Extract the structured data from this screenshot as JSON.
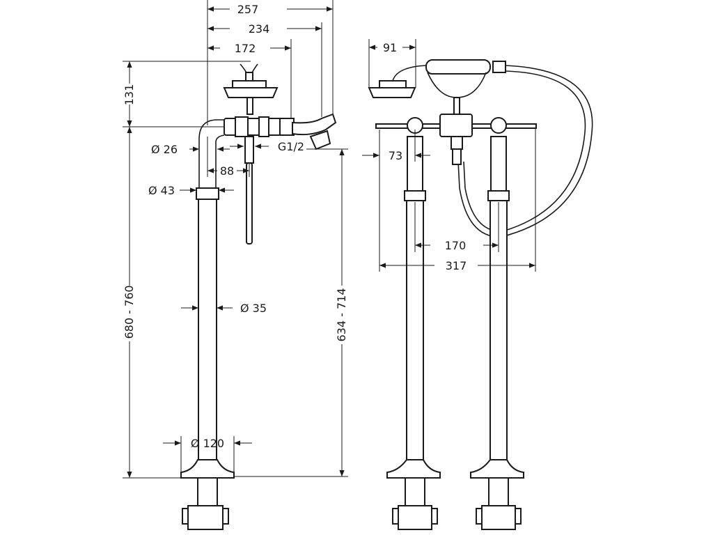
{
  "dimensions": {
    "d257": "257",
    "d234": "234",
    "d172": "172",
    "d131": "131",
    "d26": "Ø 26",
    "g12": "G1/2",
    "d88": "88",
    "d43": "Ø 43",
    "d35": "Ø 35",
    "h680": "680 - 760",
    "h634": "634 - 714",
    "d120": "Ø 120",
    "d91": "91",
    "d73": "73",
    "d170": "170",
    "d317": "317"
  }
}
